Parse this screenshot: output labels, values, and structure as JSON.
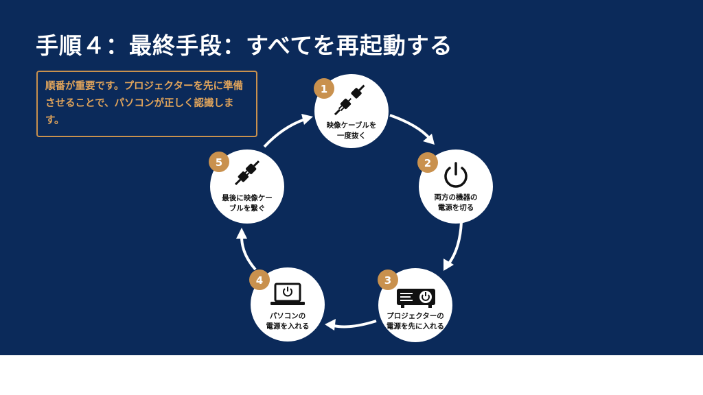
{
  "slide": {
    "title": "手順４：最終手段：すべてを再起動する",
    "note": "順番が重要です。プロジェクターを先に準備させることで、パソコンが正しく認識します。"
  },
  "cycle": {
    "steps": [
      {
        "number": "1",
        "label_line1": "映像ケーブルを",
        "label_line2": "一度抜く",
        "icon": "plug-disconnect-icon"
      },
      {
        "number": "2",
        "label_line1": "両方の機器の",
        "label_line2": "電源を切る",
        "icon": "power-icon"
      },
      {
        "number": "3",
        "label_line1": "プロジェクターの",
        "label_line2": "電源を先に入れる",
        "icon": "projector-power-icon"
      },
      {
        "number": "4",
        "label_line1": "パソコンの",
        "label_line2": "電源を入れる",
        "icon": "laptop-power-icon"
      },
      {
        "number": "5",
        "label_line1": "最後に映像ケー",
        "label_line2": "ブルを繋ぐ",
        "icon": "plug-connect-icon"
      }
    ]
  },
  "colors": {
    "background": "#0b2a5a",
    "accent": "#c9914e",
    "circle": "#ffffff",
    "text": "#111111"
  }
}
